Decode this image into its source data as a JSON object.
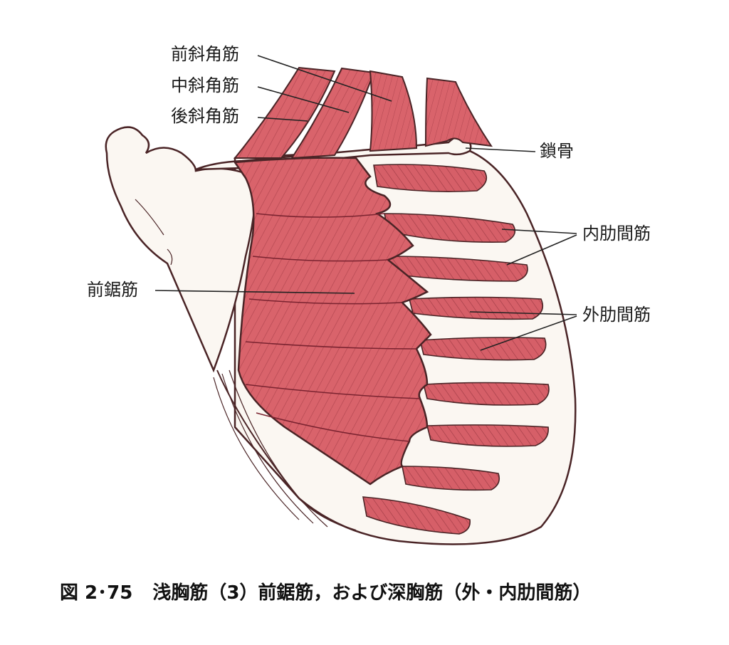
{
  "labels": {
    "anterior_scalene": "前斜角筋",
    "middle_scalene": "中斜角筋",
    "posterior_scalene": "後斜角筋",
    "clavicle": "鎖骨",
    "internal_intercostal": "内肋間筋",
    "serratus_anterior": "前鋸筋",
    "external_intercostal": "外肋間筋"
  },
  "caption": {
    "figure_number": "図 2･75",
    "title": "浅胸筋（3）前鋸筋，および深胸筋（外・内肋間筋）"
  },
  "colors": {
    "muscle": "#d9636b",
    "muscle_dark": "#8a2a35",
    "bone": "#fbf7f2",
    "outline": "#4a2426",
    "leader": "#222222"
  }
}
